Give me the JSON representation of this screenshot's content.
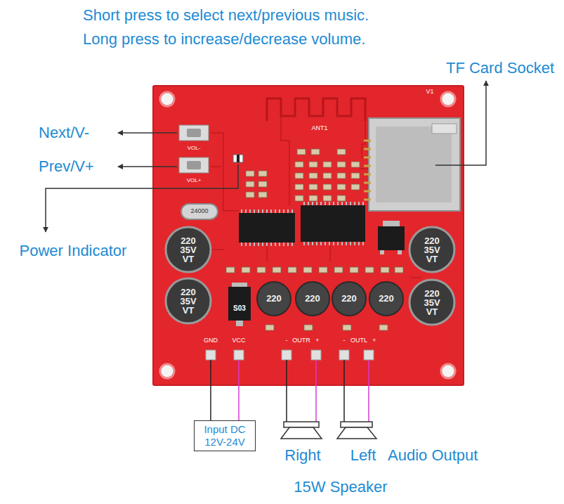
{
  "diagram": {
    "nodes": [
      {
        "text": [
          "Input DC 12V-24V"
        ]
      }
    ],
    "labels": [
      "Short press to select next/previous music.",
      "Long press to increase/decrease volume.",
      "TF Card Socket",
      "Next/V-",
      "Prev/V+",
      "Power Indicator",
      "V1",
      "ANT1",
      "VOL-",
      "VOL+",
      "24000",
      "220 35V VT",
      "220 35V VT",
      "220 35V VT",
      "220 35V VT",
      "S03",
      "220",
      "220",
      "220",
      "220",
      "GND",
      "VCC",
      "-",
      "OUTR",
      "+",
      "-",
      "OUTL",
      "+",
      "Right",
      "Left",
      "Audio Output",
      "15W Speaker"
    ]
  }
}
